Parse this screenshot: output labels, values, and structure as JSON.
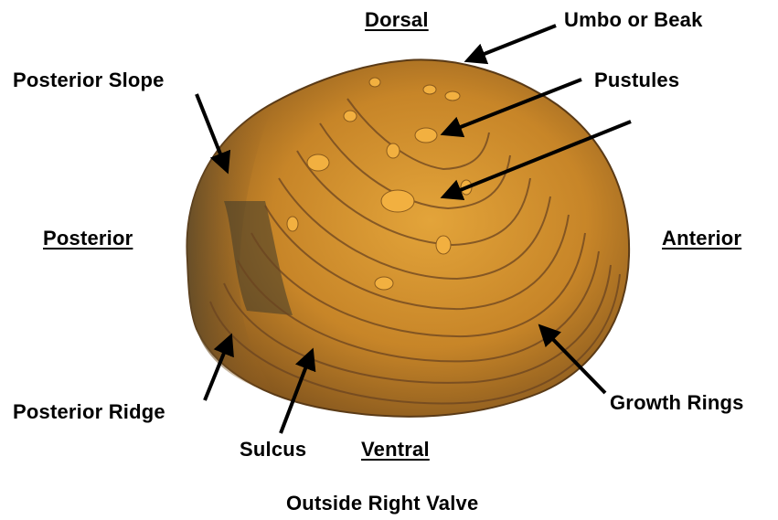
{
  "labels": {
    "dorsal": "Dorsal",
    "umbo": "Umbo or Beak",
    "posterior_slope": "Posterior Slope",
    "pustules": "Pustules",
    "posterior": "Posterior",
    "anterior": "Anterior",
    "posterior_ridge": "Posterior Ridge",
    "growth_rings": "Growth Rings",
    "sulcus": "Sulcus",
    "ventral": "Ventral",
    "caption": "Outside Right Valve"
  },
  "colors": {
    "shell_base": "#c98a2a",
    "shell_dark": "#6b4420",
    "shell_highlight": "#e8a93a",
    "arrow": "#000000"
  }
}
